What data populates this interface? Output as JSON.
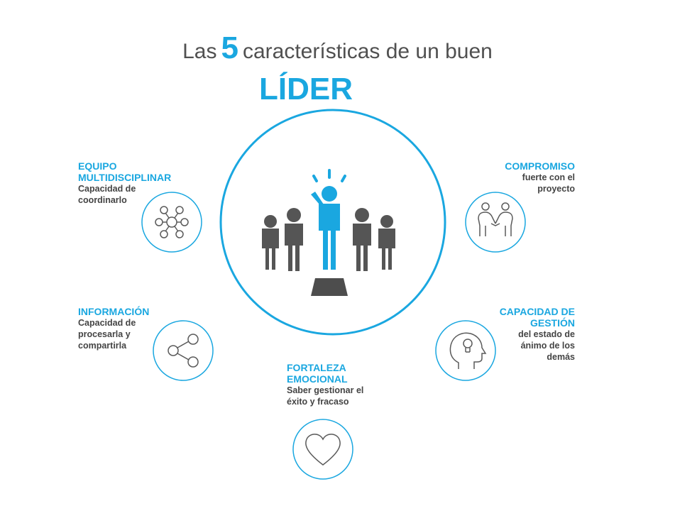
{
  "title": {
    "prefix": "Las",
    "number": "5",
    "suffix": "características de un buen",
    "emphasis": "LÍDER"
  },
  "colors": {
    "accent": "#1aa7e0",
    "text_dark": "#444444",
    "icon_gray": "#5a5a5a",
    "figure_gray": "#555555"
  },
  "characteristics": [
    {
      "heading": "EQUIPO\nMULTIDISCIPLINAR",
      "description": "Capacidad de\ncoordinarlo",
      "icon": "network-icon"
    },
    {
      "heading": "INFORMACIÓN",
      "description": "Capacidad de\nprocesarla y\ncompartirla",
      "icon": "share-icon"
    },
    {
      "heading": "FORTALEZA\nEMOCIONAL",
      "description": "Saber gestionar el\néxito y fracaso",
      "icon": "heart-icon"
    },
    {
      "heading": "CAPACIDAD DE\nGESTIÓN",
      "description": "del estado de\nánimo de los\ndemás",
      "icon": "head-lightbulb-icon"
    },
    {
      "heading": "COMPROMISO",
      "description": "fuerte con el\nproyecto",
      "icon": "handshake-icon"
    }
  ],
  "center_icon": "leader-among-team-icon"
}
